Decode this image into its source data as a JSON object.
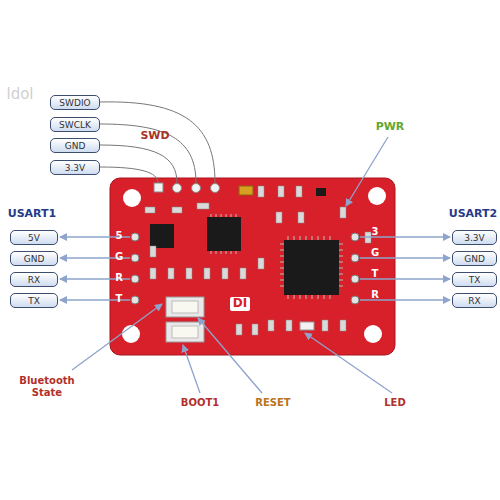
{
  "diagram": {
    "nodes": [
      {
        "text": [
          "SWDIO"
        ]
      },
      {
        "text": [
          "SWCLK"
        ]
      },
      {
        "text": [
          "GND"
        ]
      },
      {
        "text": [
          "3.3V"
        ]
      },
      {
        "text": [
          "5V"
        ]
      },
      {
        "text": [
          "GND"
        ]
      },
      {
        "text": [
          "RX"
        ]
      },
      {
        "text": [
          "TX"
        ]
      },
      {
        "text": [
          "3.3V"
        ]
      },
      {
        "text": [
          "GND"
        ]
      },
      {
        "text": [
          "TX"
        ]
      },
      {
        "text": [
          "RX"
        ]
      }
    ],
    "labels": [
      "ldol",
      "SWD",
      "PWR",
      "USART1",
      "USART2",
      "5",
      "G",
      "R",
      "T",
      "3",
      "G",
      "T",
      "R",
      "DI",
      "Bluetooth State",
      "BOOT1",
      "RESET",
      "LED"
    ]
  }
}
